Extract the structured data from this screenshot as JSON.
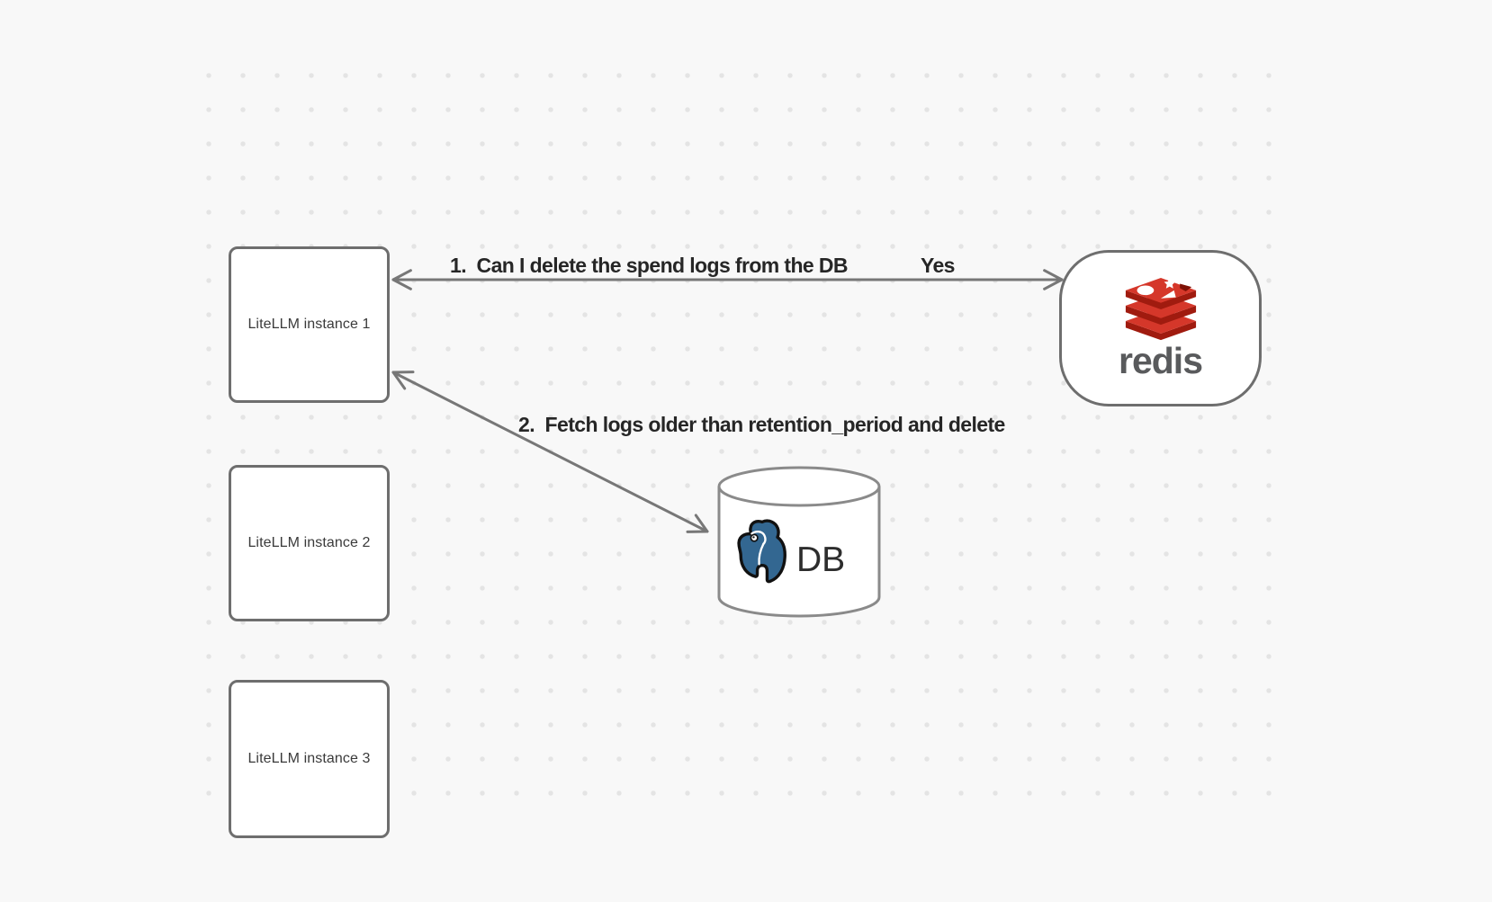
{
  "diagram": {
    "background_color": "#f8f8f8",
    "dot_grid_color": "#e4e4e4",
    "nodes": {
      "instance1": {
        "label": "LiteLLM instance 1"
      },
      "instance2": {
        "label": "LiteLLM instance 2"
      },
      "instance3": {
        "label": "LiteLLM instance 3"
      },
      "redis": {
        "label": "redis",
        "icon": "redis-stack-logo"
      },
      "db": {
        "label": "DB",
        "icon": "postgresql-elephant-logo",
        "shape": "cylinder"
      }
    },
    "edges": {
      "edge1": {
        "from": "redis",
        "to": "instance1",
        "style": "double-arrow",
        "label": "1.  Can I delete the spend logs from the DB",
        "response": "Yes"
      },
      "edge2": {
        "from": "instance1",
        "to": "db",
        "style": "double-arrow",
        "label": "2.  Fetch logs older than retention_period and delete"
      }
    },
    "colors": {
      "node_border": "#6e6e6e",
      "arrow": "#777777",
      "label_text": "#262626",
      "redis_red_bright": "#d5372a",
      "redis_red_dark": "#a01b0f",
      "redis_wordmark_gray": "#595a5c",
      "postgres_blue": "#336791"
    }
  }
}
